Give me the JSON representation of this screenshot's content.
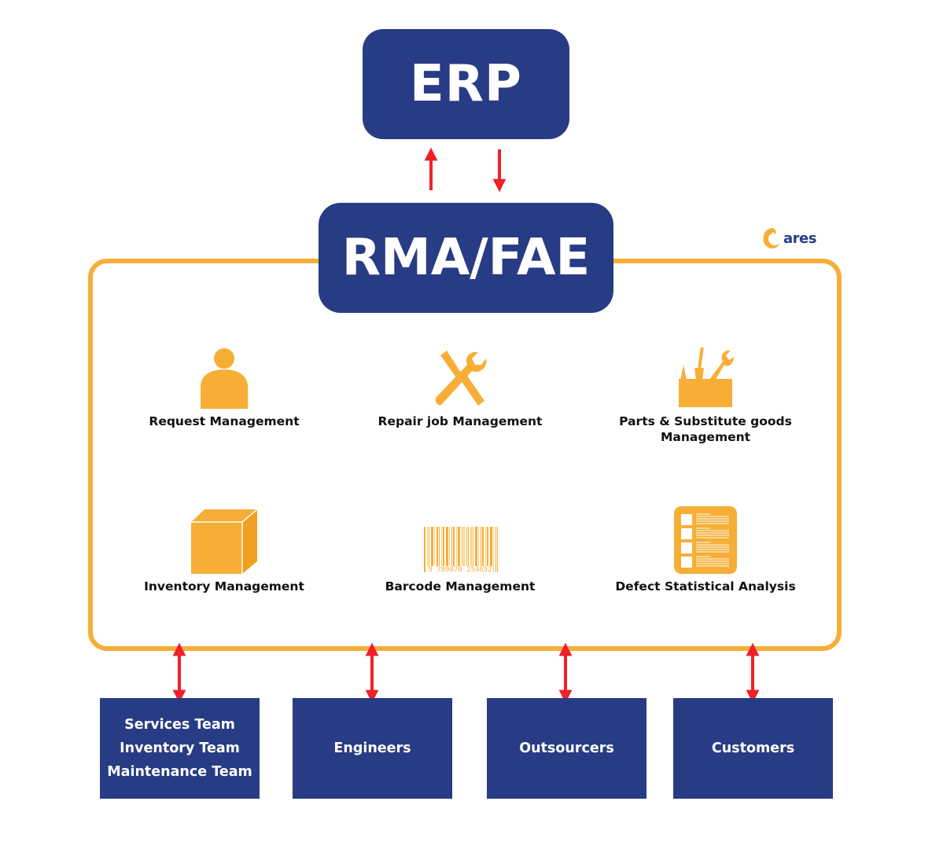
{
  "top": {
    "erp_label": "ERP",
    "rma_label": "RMA/FAE"
  },
  "logo": {
    "text": "ares"
  },
  "modules": [
    {
      "label": "Request Management",
      "icon": "person-icon"
    },
    {
      "label": "Repair job Management",
      "icon": "wrench-screwdriver-icon"
    },
    {
      "label": "Parts & Substitute goods Management",
      "icon": "toolbox-icon"
    },
    {
      "label": "Inventory Management",
      "icon": "box-icon"
    },
    {
      "label": "Barcode Management",
      "icon": "barcode-icon",
      "barcode_digits": "9 789870 254652"
    },
    {
      "label": "Defect Statistical Analysis",
      "icon": "checklist-icon"
    }
  ],
  "stakeholders": [
    {
      "lines": [
        "Services Team",
        "Inventory Team",
        "Maintenance Team"
      ]
    },
    {
      "lines": [
        "Engineers"
      ]
    },
    {
      "lines": [
        "Outsourcers"
      ]
    },
    {
      "lines": [
        "Customers"
      ]
    }
  ],
  "colors": {
    "navy": "#283c85",
    "orange": "#f7ae36",
    "arrow": "#f0202a"
  }
}
